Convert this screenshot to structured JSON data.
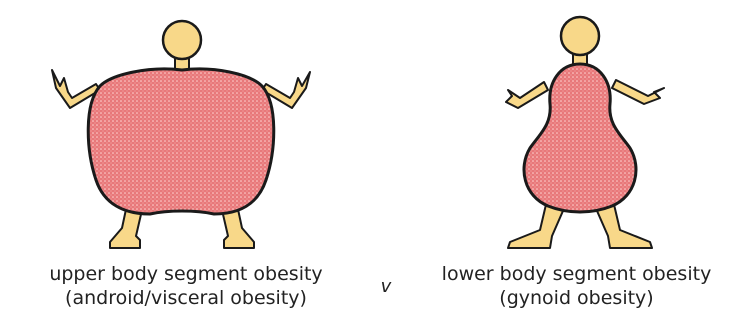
{
  "figures": {
    "left": {
      "line1": "upper body segment obesity",
      "line2": "(android/visceral obesity)"
    },
    "right": {
      "line1": "lower body segment obesity",
      "line2": "(gynoid obesity)"
    },
    "versus": "v"
  },
  "colors": {
    "skin": "#f8d889",
    "body_fill": "#e8787a",
    "body_dots": "#ffd6d2",
    "outline": "#1a1a1a"
  }
}
